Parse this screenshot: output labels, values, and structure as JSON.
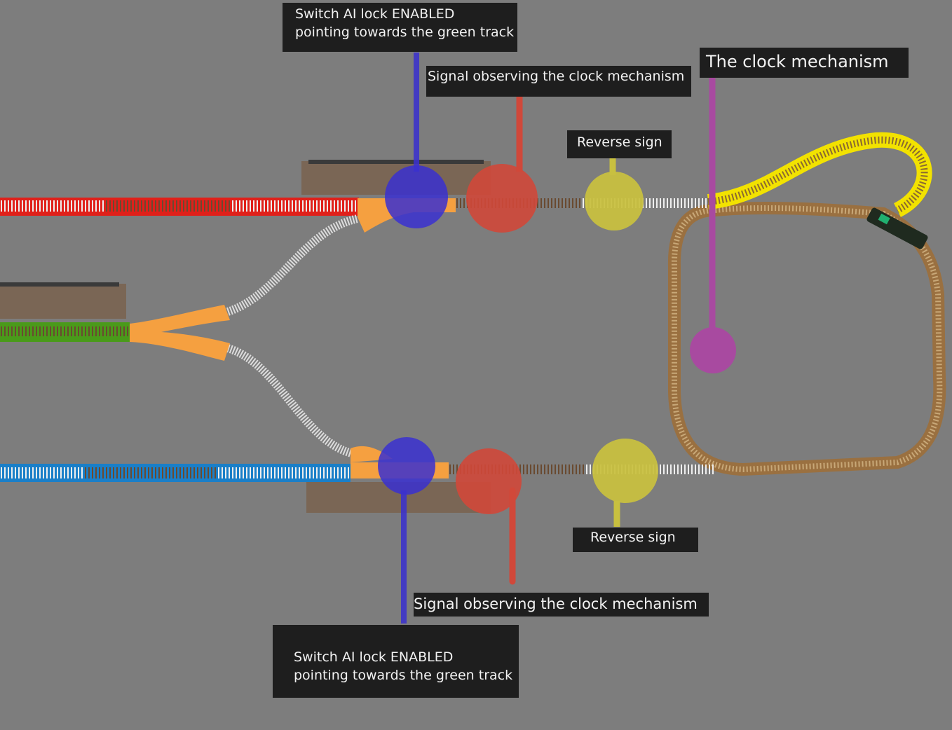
{
  "labels": {
    "switch_top": {
      "line1": "Switch AI lock ENABLED",
      "line2": "pointing towards the green track"
    },
    "signal_top": "Signal observing the clock mechanism",
    "clock": "The clock mechanism",
    "reverse_top": "Reverse sign",
    "reverse_bottom": "Reverse sign",
    "signal_bottom": "Signal observing the clock mechanism",
    "switch_bottom": {
      "line1": "Switch AI lock ENABLED",
      "line2": "pointing towards the green track"
    }
  },
  "colors": {
    "background": "#7d7d7d",
    "red_track": "#e0201a",
    "blue_track": "#1a7fc8",
    "green_track": "#4a9a1a",
    "yellow_track": "#f2e200",
    "switch": "#f5a040",
    "loop": "#9a7040",
    "switch_marker": "#3a30d0",
    "signal_marker": "#d0483a",
    "reverse_marker": "#c8c040",
    "clock_marker": "#a84aa0"
  }
}
